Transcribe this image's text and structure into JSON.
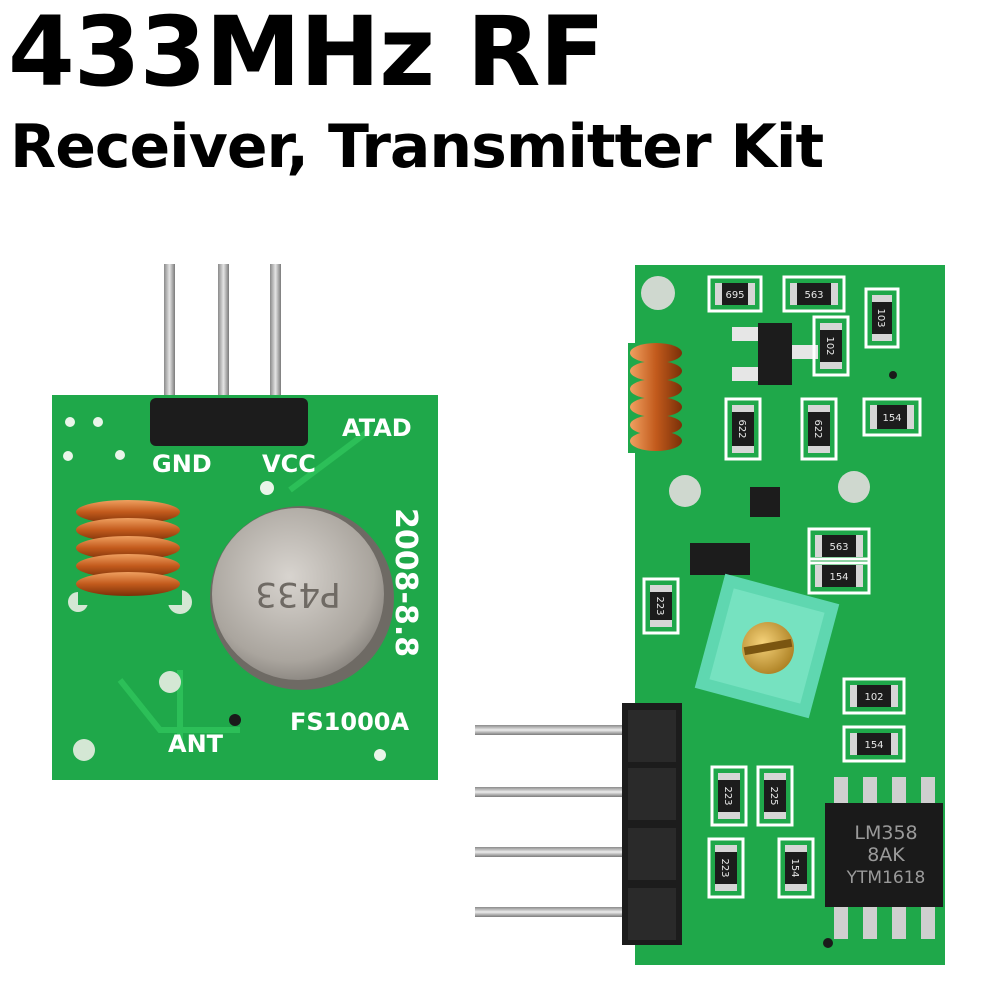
{
  "title": "433MHz RF",
  "subtitle": "Receiver, Transmitter Kit",
  "transmitter": {
    "label_gnd": "GND",
    "label_vcc": "VCC",
    "label_atad": "ATAD",
    "label_ant": "ANT",
    "label_date": "2008-8.8",
    "label_model": "FS1000A",
    "crystal_marking": "P433"
  },
  "receiver": {
    "chip_line1": "LM358",
    "chip_line2": "8AK",
    "chip_line3": "YTM1618",
    "resistor_labels": [
      "695",
      "563",
      "103",
      "102",
      "622",
      "622",
      "154",
      "563",
      "223",
      "154",
      "102",
      "154",
      "223",
      "225",
      "223",
      "154"
    ]
  },
  "colors": {
    "pcb_green": "#1fa84a",
    "silkscreen": "#ffffff",
    "coil_copper": "#c25a1c",
    "crystal_metal": "#b9b4ad",
    "pin_header": "#1c1c1c",
    "potentiometer": "#5fd7b0"
  }
}
